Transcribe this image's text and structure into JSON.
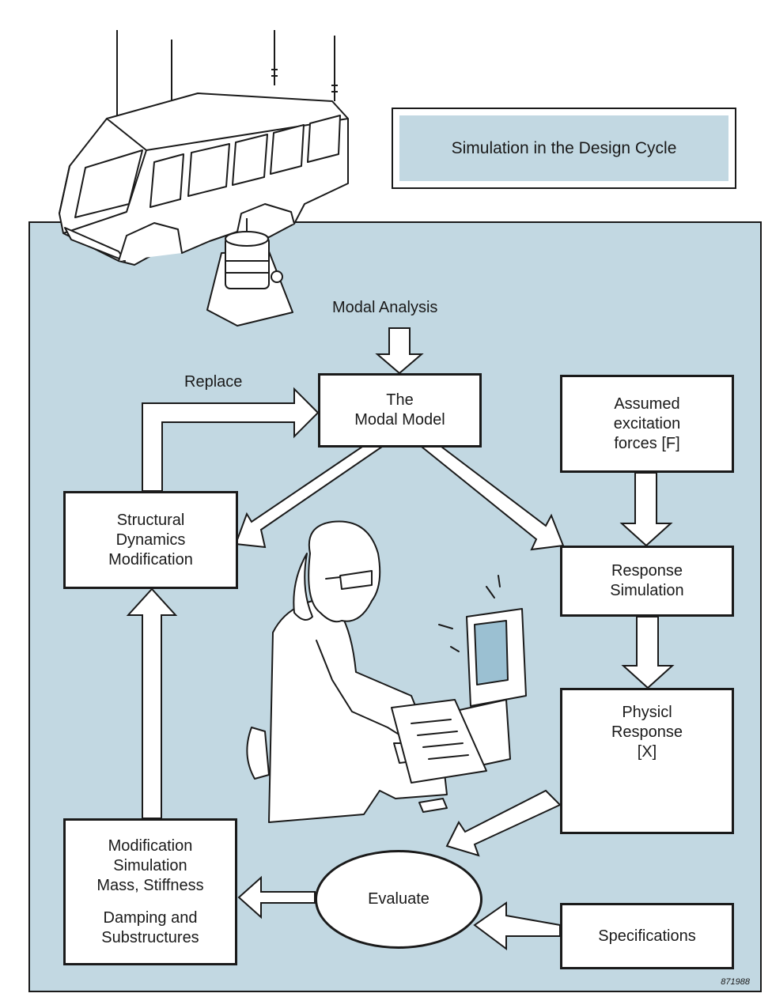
{
  "title": "Simulation in the Design Cycle",
  "inputs": {
    "modal_analysis": "Modal Analysis",
    "replace": "Replace"
  },
  "boxes": {
    "modal_model": [
      "The",
      "Modal Model"
    ],
    "assumed_forces": [
      "Assumed",
      "excitation",
      "forces [F]"
    ],
    "structural_dynamics": [
      "Structural",
      "Dynamics",
      "Modification"
    ],
    "response_simulation": [
      "Response",
      "Simulation"
    ],
    "physical_response": [
      "Physicl",
      "Response",
      "[X]"
    ],
    "modification_simulation": [
      "Modification",
      "Simulation",
      "Mass, Stiffness",
      "",
      "Damping and",
      "Substructures"
    ],
    "specifications": "Specifications"
  },
  "evaluate": "Evaluate",
  "figure_code": "871988",
  "colors": {
    "panel": "#c2d8e2",
    "outline": "#1a1a1a",
    "box": "#ffffff"
  },
  "icons": {
    "van": "test-van-illustration",
    "shaker": "shaker-icon",
    "engineer": "engineer-at-computer-illustration",
    "mode_shape": "mode-shape-plot-icon"
  }
}
